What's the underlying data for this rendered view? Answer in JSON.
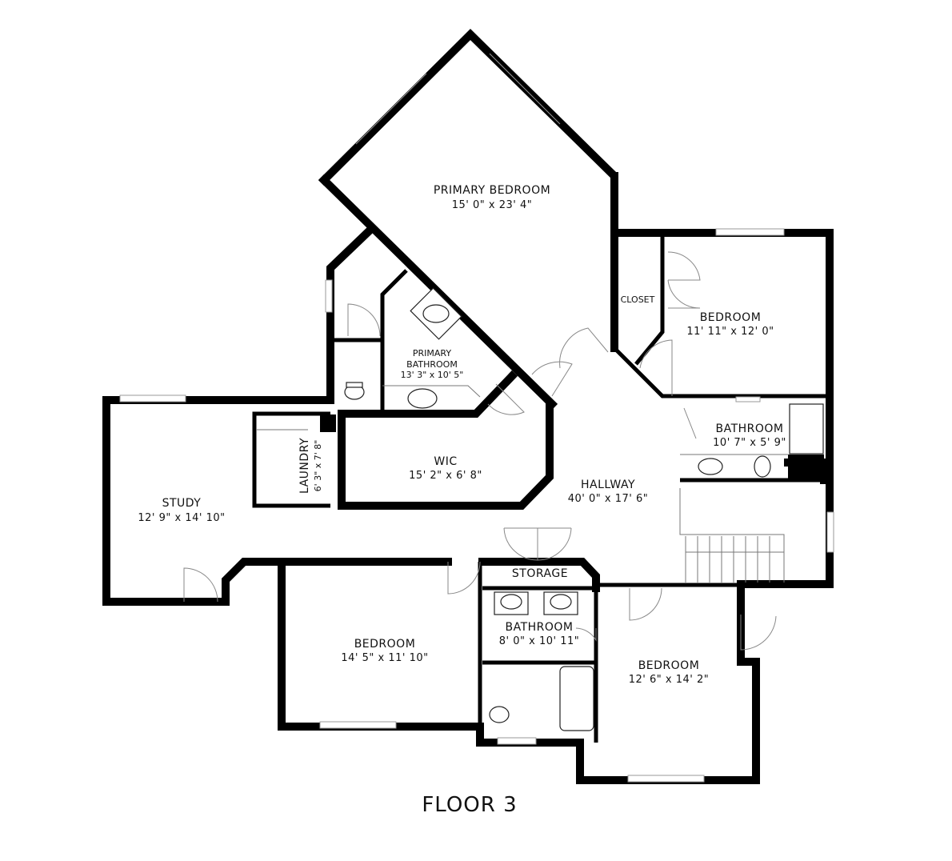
{
  "floor_label": "FLOOR 3",
  "rooms": {
    "primary_bedroom": {
      "name": "PRIMARY BEDROOM",
      "dims": "15' 0\" x 23' 4\""
    },
    "primary_bathroom": {
      "name_line1": "PRIMARY",
      "name_line2": "BATHROOM",
      "dims": "13' 3\" x 10' 5\""
    },
    "closet": {
      "name": "CLOSET"
    },
    "bedroom_ne": {
      "name": "BEDROOM",
      "dims": "11' 11\" x 12' 0\""
    },
    "bathroom_e": {
      "name": "BATHROOM",
      "dims": "10' 7\" x 5' 9\""
    },
    "wic": {
      "name": "WIC",
      "dims": "15' 2\" x 6' 8\""
    },
    "laundry": {
      "name": "LAUNDRY",
      "dims": "6' 3\" x 7' 8\""
    },
    "study": {
      "name": "STUDY",
      "dims": "12' 9\" x 14' 10\""
    },
    "hallway": {
      "name": "HALLWAY",
      "dims": "40' 0\" x 17' 6\""
    },
    "storage": {
      "name": "STORAGE"
    },
    "bathroom_s": {
      "name": "BATHROOM",
      "dims": "8' 0\" x 10' 11\""
    },
    "bedroom_sw": {
      "name": "BEDROOM",
      "dims": "14' 5\" x 11' 10\""
    },
    "bedroom_se": {
      "name": "BEDROOM",
      "dims": "12' 6\" x 14' 2\""
    }
  }
}
